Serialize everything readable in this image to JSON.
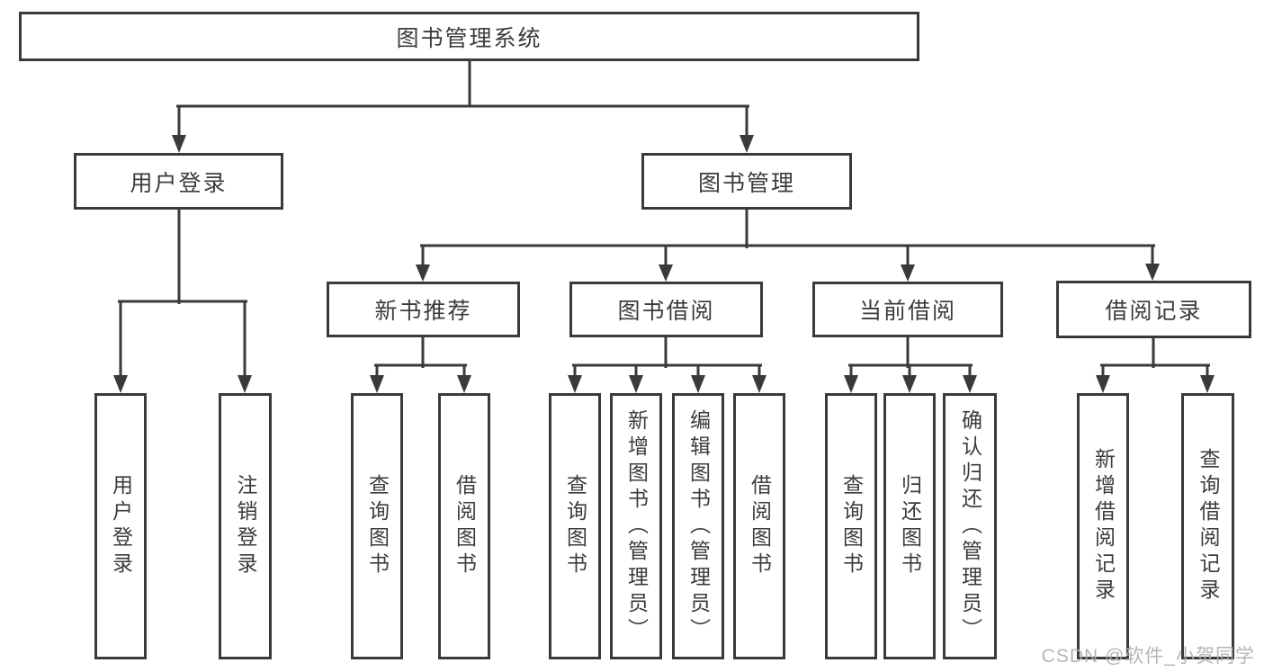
{
  "root": {
    "label": "图书管理系统"
  },
  "branches": [
    {
      "label": "用户登录",
      "leaves": [
        {
          "label": "用户登录"
        },
        {
          "label": "注销登录"
        }
      ]
    },
    {
      "label": "图书管理",
      "sections": [
        {
          "label": "新书推荐",
          "leaves": [
            {
              "label": "查询图书"
            },
            {
              "label": "借阅图书"
            }
          ]
        },
        {
          "label": "图书借阅",
          "leaves": [
            {
              "label": "查询图书"
            },
            {
              "label": "新增图书（管理员）"
            },
            {
              "label": "编辑图书（管理员）"
            },
            {
              "label": "借阅图书"
            }
          ]
        },
        {
          "label": "当前借阅",
          "leaves": [
            {
              "label": "查询图书"
            },
            {
              "label": "归还图书"
            },
            {
              "label": "确认归还（管理员）"
            }
          ]
        },
        {
          "label": "借阅记录",
          "leaves": [
            {
              "label": "新增借阅记录"
            },
            {
              "label": "查询借阅记录"
            }
          ]
        }
      ]
    }
  ],
  "watermark": {
    "text": "CSDN @软件_小贺同学"
  },
  "colors": {
    "line": "#3a3a3a",
    "node_border": "#3a3a3a",
    "text": "#3c3c3c",
    "node_fill": "#ffffff",
    "background": "#ffffff",
    "watermark": "#b0b0b0"
  }
}
